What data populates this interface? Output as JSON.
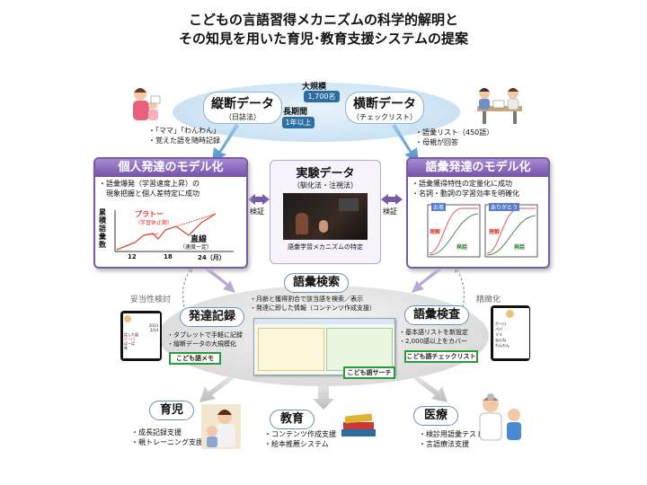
{
  "title": {
    "line1": "こどもの言語習得メカニズムの科学的解明と",
    "line2": "その知見を用いた育児･教育支援システムの提案"
  },
  "top": {
    "scale_label": "大規模",
    "scale_value": "1,700名",
    "longterm_label": "長期間",
    "longterm_value": "1年以上",
    "longitudinal": {
      "title": "縦断データ",
      "sub": "（日誌法）"
    },
    "crosssectional": {
      "title": "横断データ",
      "sub": "（チェックリスト）"
    },
    "left_notes": [
      "・「ママ」「わんわん」",
      "・覚えた語を随時記録"
    ],
    "right_notes": [
      "・語彙リスト（450語）",
      "・母親が回答"
    ]
  },
  "panel_left": {
    "title": "個人発達のモデル化",
    "notes": [
      "・語彙爆発（学習速度上昇）の",
      "　現象把握と個人差特定に成功"
    ],
    "ylabel": "累積語彙数",
    "plateau": "プラトー",
    "plateau_sub": "（学習休止期）",
    "linear": "直線",
    "linear_sub": "（速度一定）",
    "xticks": [
      "12",
      "18",
      "24（月）"
    ]
  },
  "panel_center": {
    "title": "実験データ",
    "sub": "（馴化法・注視法）",
    "caption": "語彙学習メカニズムの特定"
  },
  "panel_right": {
    "title": "語彙発達のモデル化",
    "notes": [
      "・語彙獲得特性の定量化に成功",
      "・名詞・動詞の学習効率を明確化"
    ],
    "chart1": {
      "label": "お茶",
      "comp": "理解",
      "prod": "発話"
    },
    "chart2": {
      "label": "ありがとう",
      "comp": "理解",
      "prod": "発話"
    }
  },
  "verify_left": "検証",
  "verify_right": "検証",
  "mid": {
    "validity": "妥当性検討",
    "refine": "精緻化",
    "search_title": "語彙検索",
    "search_notes": [
      "・月齢と獲得割合で該当語を検索／表示",
      "・発達に即した情報（コンテンツ作成支援）"
    ],
    "record_title": "発達記録",
    "record_notes": [
      "・タブレットで手軽に記録",
      "・縦断データの大規模化"
    ],
    "record_label": "こども語メモ",
    "check_title": "語彙検査",
    "check_notes": [
      "・基本語リストを新設定",
      "・2,000語以上をカバー"
    ],
    "check_label": "こども語チェックリスト",
    "search_label": "こども語サーチ",
    "tablet_left": [
      "2013",
      "2/14",
      "話した語",
      "ボーロ",
      "ばーば",
      "馬"
    ],
    "tablet_right": [
      "ボーロ",
      "パパ",
      "ママ",
      "ねんね",
      "わんわん"
    ]
  },
  "bottom": {
    "childcare": {
      "title": "育児",
      "notes": [
        "・成長記録支援",
        "・親トレーニング支援"
      ]
    },
    "education": {
      "title": "教育",
      "notes": [
        "・コンテンツ作成支援",
        "・絵本推薦システム"
      ]
    },
    "medical": {
      "title": "医療",
      "notes": [
        "・検診用語彙テスト",
        "・言語療法支援"
      ]
    }
  },
  "colors": {
    "purple": "#7452a8",
    "blue": "#2e6da4",
    "green": "#2a9a3a",
    "red": "#d9372b"
  }
}
